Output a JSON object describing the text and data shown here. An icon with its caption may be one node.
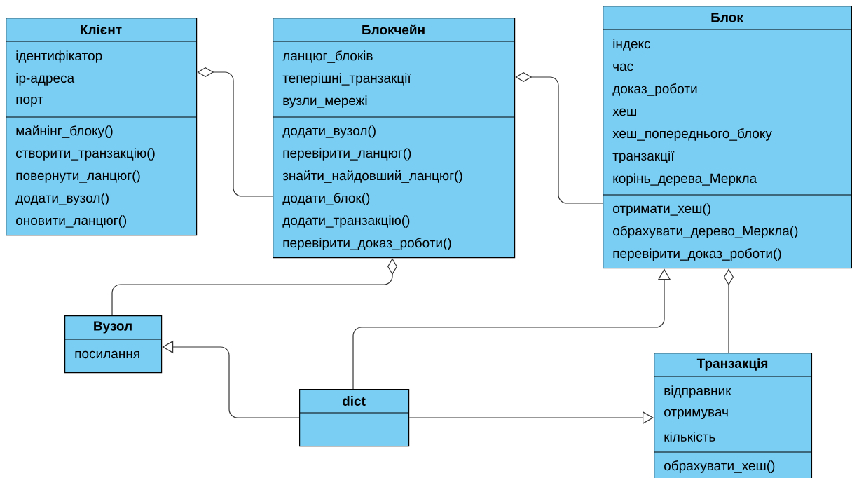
{
  "diagram": {
    "nodes": [
      {
        "text": [
          "Клієнт",
          "ідентифікатор",
          "ip-адреса",
          "порт",
          "майнінг_блоку()",
          "створити_транзакцію()",
          "повернути_ланцюг()",
          "додати_вузол()",
          "оновити_ланцюг()"
        ]
      },
      {
        "text": [
          "Блокчейн",
          "ланцюг_блоків",
          "теперішні_транзакції",
          "вузли_мережі",
          "додати_вузол()",
          "перевірити_ланцюг()",
          "знайти_найдовший_ланцюг()",
          "додати_блок()",
          "додати_транзакцію()",
          "перевірити_доказ_роботи()"
        ]
      },
      {
        "text": [
          "Блок",
          "індекс",
          "час",
          "доказ_роботи",
          "хеш",
          "хеш_попереднього_блоку",
          "транзакції",
          "корінь_дерева_Меркла",
          "отримати_хеш()",
          "обрахувати_дерево_Меркла()",
          "перевірити_доказ_роботи()"
        ]
      },
      {
        "text": [
          "Вузол",
          "посилання"
        ]
      },
      {
        "text": [
          "dict"
        ]
      },
      {
        "text": [
          "Транзакція",
          "відправник",
          "отримувач",
          "кількість",
          "обрахувати_хеш()"
        ]
      }
    ],
    "edges": [
      {
        "from": 0,
        "to": 1,
        "arrow": "other"
      },
      {
        "from": 1,
        "to": 2,
        "arrow": "other"
      },
      {
        "from": 1,
        "to": 3,
        "arrow": "other"
      },
      {
        "from": 2,
        "to": 5,
        "arrow": "other"
      },
      {
        "from": 4,
        "to": 3,
        "arrow": "to"
      },
      {
        "from": 4,
        "to": 2,
        "arrow": "to"
      },
      {
        "from": 4,
        "to": 5,
        "arrow": "to"
      }
    ]
  }
}
